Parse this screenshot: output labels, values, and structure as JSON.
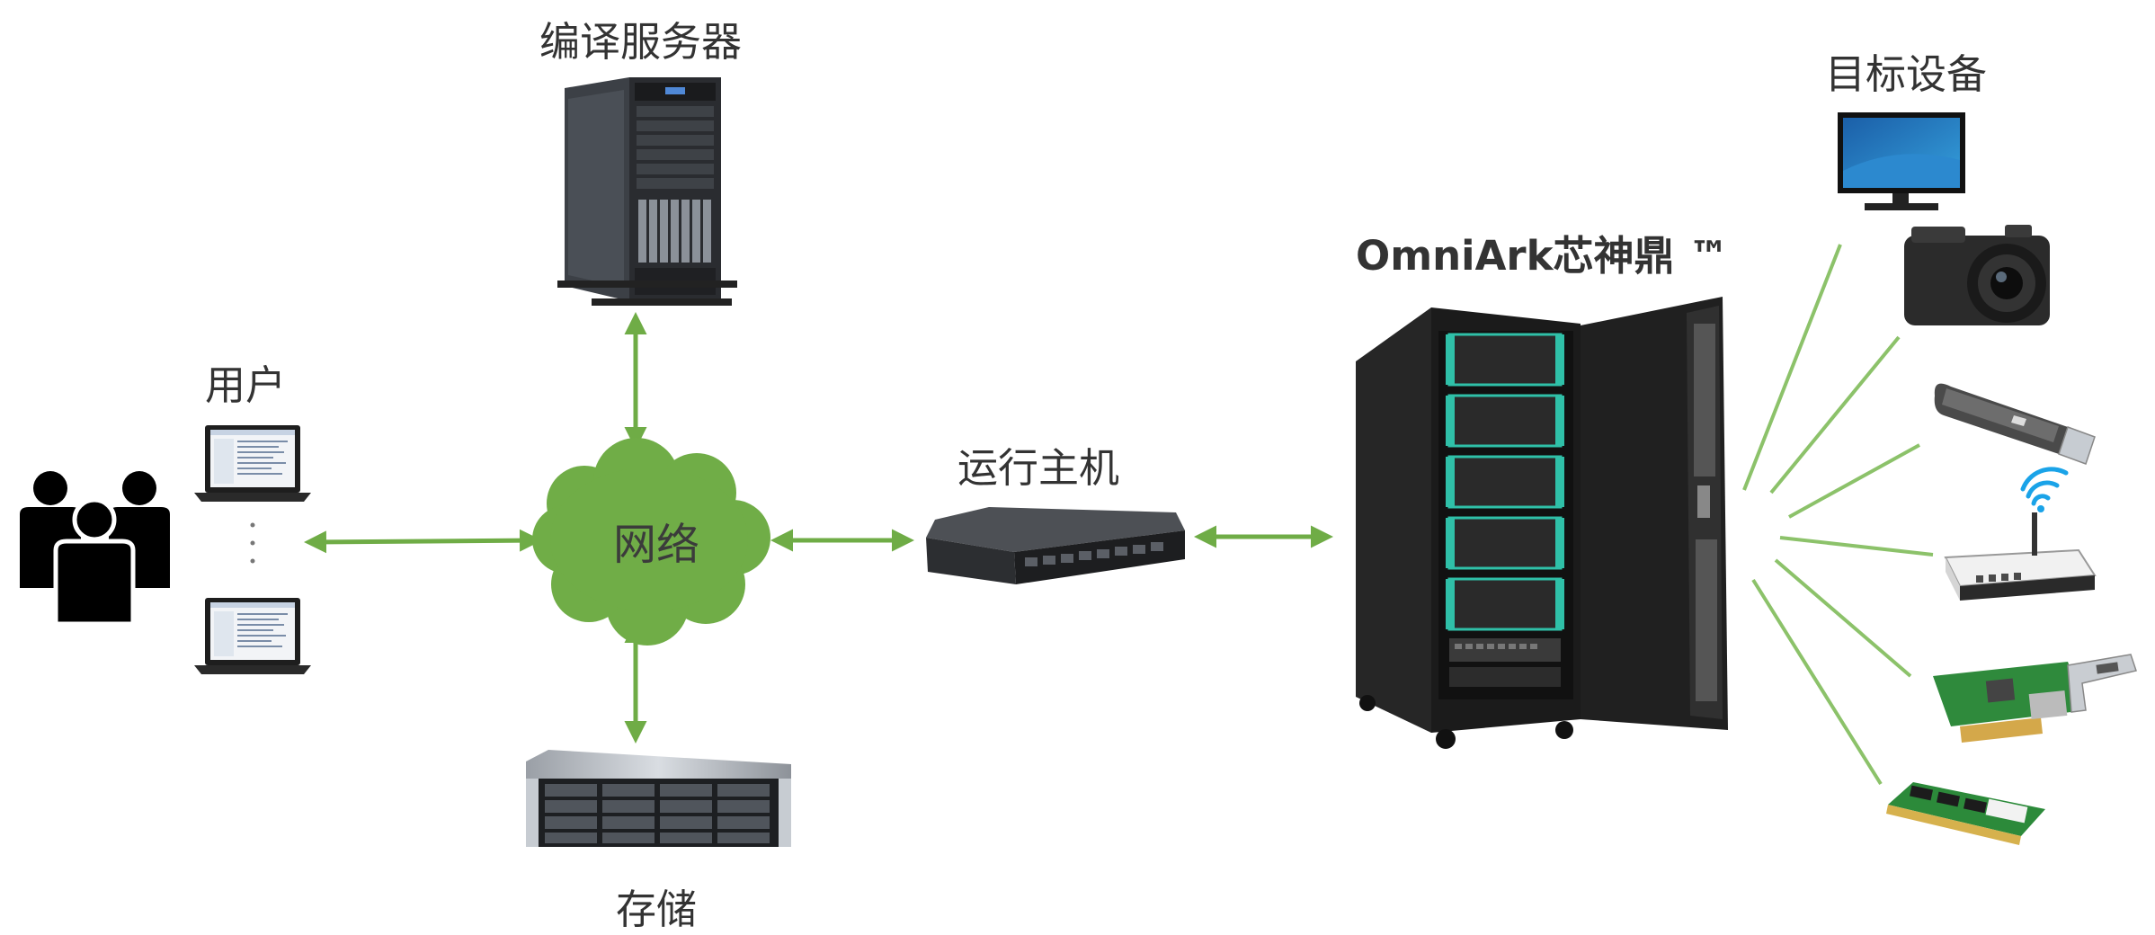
{
  "labels": {
    "compile_server": "编译服务器",
    "users": "用户",
    "network": "网络",
    "storage": "存储",
    "run_host": "运行主机",
    "omniark": "OmniArk芯神鼎 ™",
    "target_devices": "目标设备"
  },
  "users_ellipsis": "·\n·\n·",
  "colors": {
    "accent_green": "#6fac46",
    "cloud_green": "#70ad47",
    "teal": "#2fc0a8",
    "device_black": "#1c1c1c"
  },
  "icons": {
    "users": "people-group-icon",
    "laptop": "laptop-icon",
    "tower_server": "tower-server-icon",
    "rack_server": "rack-server-icon",
    "storage_array": "storage-array-icon",
    "cabinet": "server-cabinet-icon",
    "monitor": "monitor-icon",
    "camera": "camera-icon",
    "usb": "usb-drive-icon",
    "router": "wifi-router-icon",
    "nic": "network-card-icon",
    "ram": "memory-module-icon"
  }
}
